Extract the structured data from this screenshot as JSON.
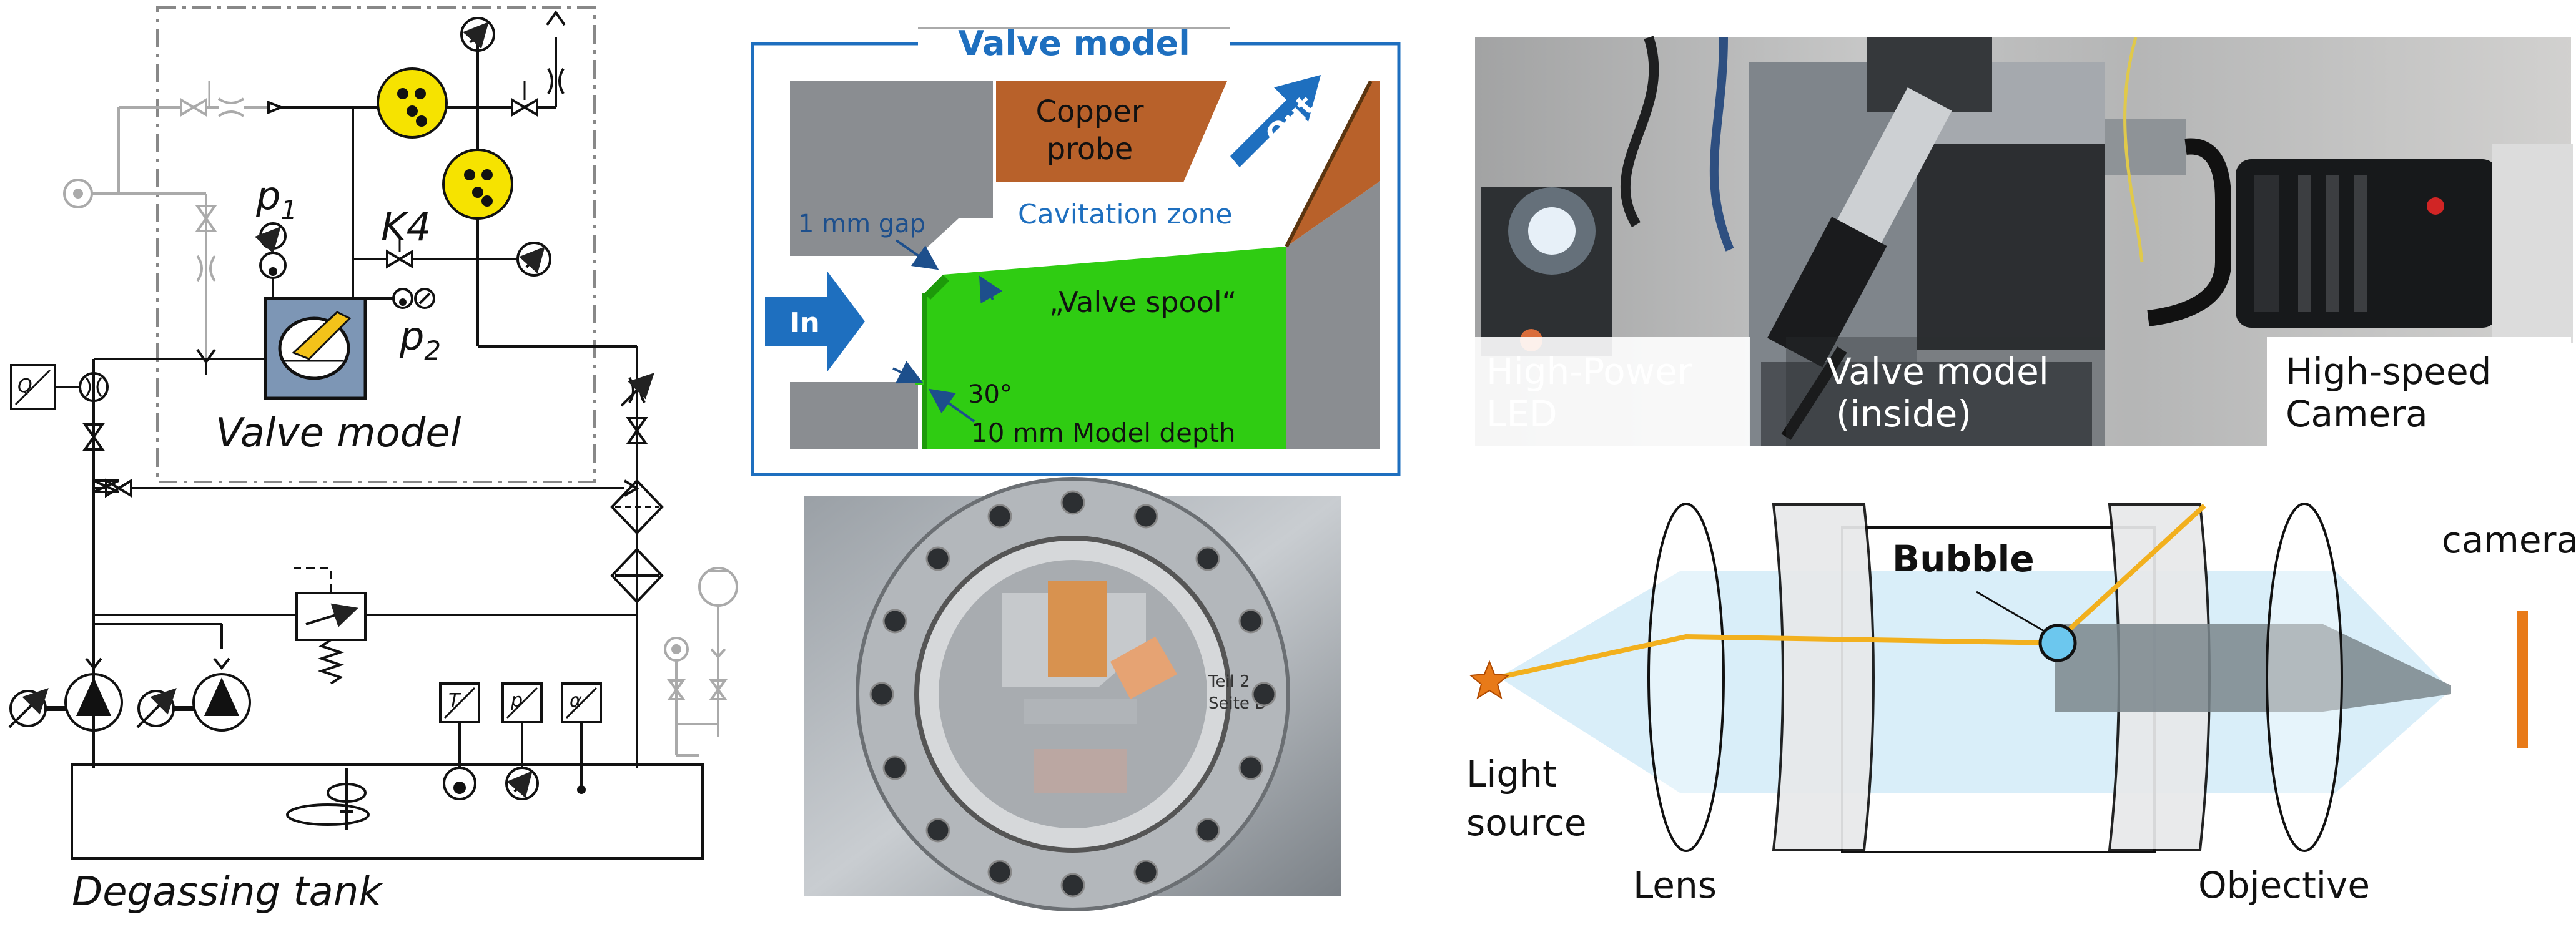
{
  "hydraulic": {
    "p1": "p",
    "p1_sub": "1",
    "p2": "p",
    "p2_sub": "2",
    "k4": "K4",
    "valve_model": "Valve model",
    "degassing_tank": "Degassing tank",
    "sensor_t": "T",
    "sensor_p": "p",
    "sensor_alpha": "α",
    "flow_symbol": "Q"
  },
  "valve_diagram": {
    "title": "Valve model",
    "copper_probe": "Copper\nprobe",
    "out": "Out",
    "in": "In",
    "gap": "1 mm gap",
    "cavitation_zone": "Cavitation zone",
    "valve_spool": "„Valve spool“",
    "angle": "30°",
    "depth": "10 mm Model depth"
  },
  "photo_bottom": {
    "label_1": "Teil 2",
    "label_2": "Seite B"
  },
  "photo_setup": {
    "led": "High-Power\nLED",
    "valve": "Valve model\n(inside)",
    "camera": "High-speed\nCamera"
  },
  "optics": {
    "bubble": "Bubble",
    "camera": "camera",
    "light_source": "Light\nsource",
    "lens": "Lens",
    "objective": "Objective"
  },
  "colors": {
    "valve_blue": "#1e6fbf",
    "copper": "#b8612a",
    "spool_green": "#2fcc12",
    "beam_blue": "#cfeaf7",
    "ray_orange": "#f2b01e",
    "gauge_yellow": "#f6e300"
  }
}
